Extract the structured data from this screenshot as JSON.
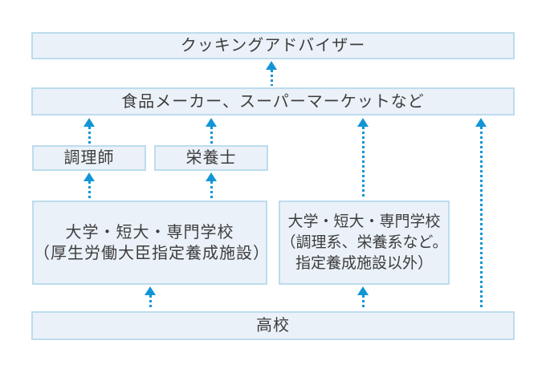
{
  "diagram": {
    "title": "career-path-flowchart",
    "boxes": {
      "cooking_advisor": "クッキングアドバイザー",
      "food_maker": "食品メーカー、スーパーマーケットなど",
      "chef": "調理師",
      "nutritionist": "栄養士",
      "school_designated": {
        "line1": "大学・短大・専門学校",
        "line2": "（厚生労働大臣指定養成施設）"
      },
      "school_other": {
        "line1": "大学・短大・専門学校",
        "line2": "（調理系、栄養系など。",
        "line3": "指定養成施設以外）"
      },
      "high_school": "高校"
    },
    "colors": {
      "box_fill": "#eaf1f8",
      "box_border": "#bddcee",
      "arrow": "#1295d6",
      "text": "#3d3d3d"
    }
  }
}
